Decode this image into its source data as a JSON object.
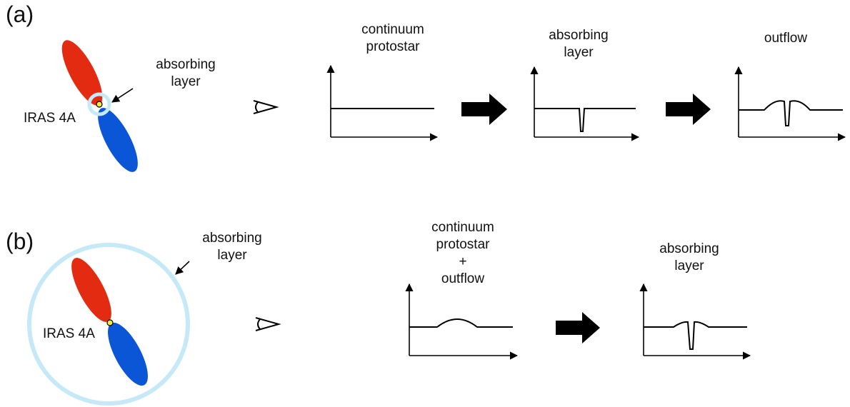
{
  "panel_a": {
    "label": "(a)",
    "source_label": "IRAS 4A",
    "layer_label_line1": "absorbing",
    "layer_label_line2": "layer",
    "spectra": [
      {
        "title_lines": [
          "continuum",
          "protostar"
        ]
      },
      {
        "title_lines": [
          "absorbing",
          "layer"
        ]
      },
      {
        "title_lines": [
          "outflow"
        ]
      }
    ]
  },
  "panel_b": {
    "label": "(b)",
    "source_label": "IRAS 4A",
    "layer_label_line1": "absorbing",
    "layer_label_line2": "layer",
    "spectra": [
      {
        "title_lines": [
          "continuum",
          "protostar",
          "+",
          "outflow"
        ]
      },
      {
        "title_lines": [
          "absorbing",
          "layer"
        ]
      }
    ]
  },
  "colors": {
    "red_lobe": "#e32b12",
    "blue_lobe": "#0a56d6",
    "absorbing_layer": "#c6e9f7",
    "protostar": "#f7ea3b",
    "ink": "#000000"
  },
  "icons": {
    "observer": "eye-icon",
    "step": "right-arrow-icon"
  }
}
